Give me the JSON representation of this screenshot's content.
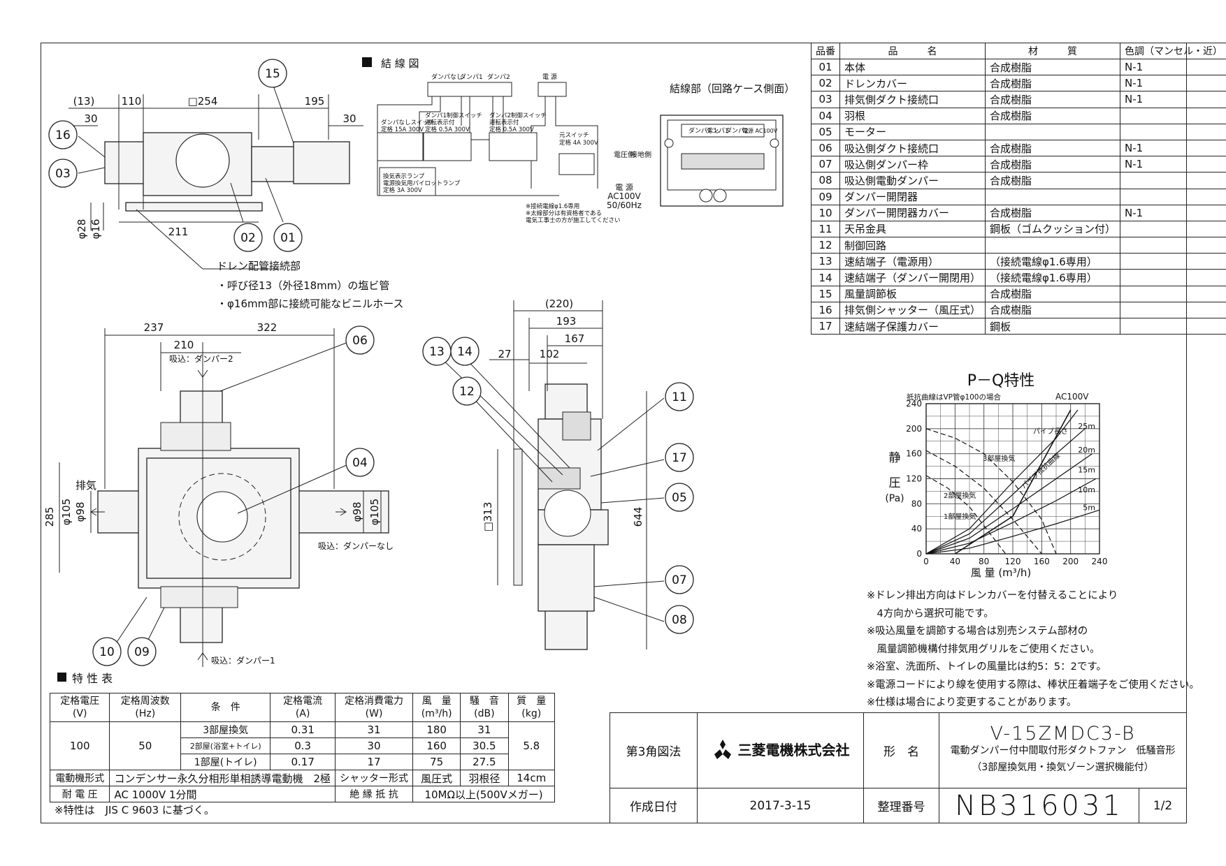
{
  "wiring": {
    "title": "結 線 図",
    "side_title": "結線部（回路ケース側面）",
    "terminal_labels": [
      "ダンパなし",
      "ダンパ1",
      "ダンパ2",
      "電 源"
    ],
    "switch1": [
      "ダンパなしスイッチ",
      "定格 15A 300V"
    ],
    "switch2": [
      "ダンパ1制御スイッチ",
      "運転表示付",
      "定格 0.5A 300V"
    ],
    "switch3": [
      "ダンパ2制御スイッチ",
      "運転表示付",
      "定格 0.5A 300V"
    ],
    "lamp": [
      "換気表示ランプ",
      "電源換気用パイロットランプ",
      "定格 3A 300V"
    ],
    "main_switch": [
      "元スイッチ",
      "定格 4A 300V"
    ],
    "power": [
      "電 源",
      "AC100V",
      "50/60Hz"
    ],
    "side_labels": [
      "電圧側",
      "接地側"
    ],
    "notes": [
      "※接続電線φ1.6専用",
      "※太線部分は有資格者である",
      "電気工事士の方が施工してください"
    ],
    "case_labels": [
      "ダンパなし",
      "ダンパ1",
      "ダンパ2",
      "電源 AC100V"
    ]
  },
  "drain": {
    "title": "ドレン配管接続部",
    "lines": [
      "・呼び径13（外径18mm）の塩ビ管",
      "・φ16mm部に接続可能なビニルホース"
    ]
  },
  "top_view": {
    "dims": [
      "(13)",
      "110",
      "□254",
      "195",
      "30",
      "30",
      "211",
      "φ28",
      "φ16"
    ]
  },
  "plan_view": {
    "dims": [
      "237",
      "322",
      "210",
      "285",
      "φ105",
      "φ98",
      "φ98",
      "φ105"
    ],
    "labels": {
      "intake2": "吸込：ダンパー2",
      "exhaust": "排気",
      "intake_none": "吸込：ダンパーなし",
      "intake1": "吸込：ダンパー1"
    }
  },
  "side_view": {
    "dims": [
      "(220)",
      "193",
      "167",
      "27",
      "102",
      "□313",
      "644"
    ]
  },
  "balloons": {
    "b15": "15",
    "b16": "16",
    "b03": "03",
    "b02": "02",
    "b01": "01",
    "b06": "06",
    "b04": "04",
    "b10": "10",
    "b09": "09",
    "b13": "13",
    "b14": "14",
    "b12": "12",
    "b11": "11",
    "b17": "17",
    "b05": "05",
    "b07": "07",
    "b08": "08"
  },
  "parts_table": {
    "headers": [
      "品番",
      "品　　　名",
      "材　　　質",
      "色調（マンセル・近）"
    ],
    "rows": [
      [
        "01",
        "本体",
        "合成樹脂",
        "N-1"
      ],
      [
        "02",
        "ドレンカバー",
        "合成樹脂",
        "N-1"
      ],
      [
        "03",
        "排気側ダクト接続口",
        "合成樹脂",
        "N-1"
      ],
      [
        "04",
        "羽根",
        "合成樹脂",
        ""
      ],
      [
        "05",
        "モーター",
        "",
        ""
      ],
      [
        "06",
        "吸込側ダクト接続口",
        "合成樹脂",
        "N-1"
      ],
      [
        "07",
        "吸込側ダンパー枠",
        "合成樹脂",
        "N-1"
      ],
      [
        "08",
        "吸込側電動ダンパー",
        "合成樹脂",
        ""
      ],
      [
        "09",
        "ダンパー開閉器",
        "",
        ""
      ],
      [
        "10",
        "ダンパー開閉器カバー",
        "合成樹脂",
        "N-1"
      ],
      [
        "11",
        "天吊金具",
        "鋼板（ゴムクッション付）",
        ""
      ],
      [
        "12",
        "制御回路",
        "",
        ""
      ],
      [
        "13",
        "速結端子（電源用）",
        "（接続電線φ1.6専用）",
        ""
      ],
      [
        "14",
        "速結端子（ダンパー開閉用）",
        "（接続電線φ1.6専用）",
        ""
      ],
      [
        "15",
        "風量調節板",
        "合成樹脂",
        ""
      ],
      [
        "16",
        "排気側シャッター（風圧式）",
        "合成樹脂",
        ""
      ],
      [
        "17",
        "速結端子保護カバー",
        "鋼板",
        ""
      ]
    ]
  },
  "pq_chart": {
    "title": "P－Q特性",
    "subtitle": "抵抗曲線はVP管φ100の場合",
    "power": "AC100V",
    "y_label_chars": [
      "静",
      "圧"
    ],
    "y_unit": "(Pa)",
    "x_label": "風 量 (m³/h)",
    "pipe_label": "パイプ長さ",
    "curve_labels": [
      "3部屋換気",
      "2部屋換気",
      "1部屋換気",
      "パイプ抵抗曲線"
    ],
    "pipe_lengths": [
      "25m",
      "20m",
      "15m",
      "10m",
      "5m"
    ]
  },
  "chart_data": {
    "type": "line",
    "title": "P－Q特性",
    "subtitle": "抵抗曲線はVP管φ100の場合",
    "xlabel": "風 量 (m³/h)",
    "ylabel": "静圧 (Pa)",
    "xlim": [
      0,
      240
    ],
    "ylim": [
      0,
      240
    ],
    "x_ticks": [
      0,
      40,
      80,
      120,
      160,
      200,
      240
    ],
    "y_ticks": [
      0,
      40,
      80,
      120,
      160,
      200,
      240
    ],
    "grid": true,
    "series": [
      {
        "name": "3部屋換気",
        "style": "dashed",
        "x": [
          0,
          40,
          80,
          120,
          160,
          180
        ],
        "y": [
          200,
          185,
          160,
          115,
          55,
          0
        ]
      },
      {
        "name": "2部屋換気",
        "style": "dashed",
        "x": [
          0,
          40,
          80,
          120,
          160
        ],
        "y": [
          165,
          140,
          105,
          55,
          0
        ]
      },
      {
        "name": "1部屋換気",
        "style": "dashed",
        "x": [
          0,
          30,
          60,
          90,
          110
        ],
        "y": [
          125,
          105,
          75,
          30,
          0
        ]
      },
      {
        "name": "25m",
        "style": "solid",
        "x": [
          0,
          60,
          120,
          180,
          210
        ],
        "y": [
          0,
          40,
          115,
          185,
          230
        ]
      },
      {
        "name": "20m",
        "style": "solid",
        "x": [
          0,
          60,
          120,
          180,
          220
        ],
        "y": [
          0,
          32,
          95,
          160,
          200
        ]
      },
      {
        "name": "15m",
        "style": "solid",
        "x": [
          0,
          60,
          120,
          180,
          230
        ],
        "y": [
          0,
          25,
          72,
          120,
          160
        ]
      },
      {
        "name": "10m",
        "style": "solid",
        "x": [
          0,
          60,
          120,
          180,
          235
        ],
        "y": [
          0,
          17,
          50,
          85,
          120
        ]
      },
      {
        "name": "5m",
        "style": "solid",
        "x": [
          0,
          60,
          120,
          180,
          240
        ],
        "y": [
          0,
          9,
          28,
          48,
          70
        ]
      }
    ]
  },
  "notes": [
    "※ドレン排出方向はドレンカバーを付替えることにより",
    "　4方向から選択可能です。",
    "※吸込風量を調節する場合は別売システム部材の",
    "　風量調節機構付排気用グリルをご使用ください。",
    "※浴室、洗面所、トイレの風量比は約5：5：2です。",
    "※電源コードにより線を使用する際は、棒状圧着端子をご使用ください。",
    "※仕様は場合により変更することがあります。"
  ],
  "spec": {
    "title": "特 性 表",
    "headers": [
      [
        "定格電圧",
        "(V)"
      ],
      [
        "定格周波数",
        "(Hz)"
      ],
      [
        "条　件",
        ""
      ],
      [
        "定格電流",
        "(A)"
      ],
      [
        "定格消費電力",
        "(W)"
      ],
      [
        "風　量",
        "(m³/h)"
      ],
      [
        "騒　音",
        "(dB)"
      ],
      [
        "質　量",
        "(kg)"
      ]
    ],
    "voltage": "100",
    "frequency": "50",
    "weight": "5.8",
    "rows": [
      [
        "3部屋換気",
        "0.31",
        "31",
        "180",
        "31"
      ],
      [
        "2部屋(浴室+トイレ)",
        "0.3",
        "30",
        "160",
        "30.5"
      ],
      [
        "1部屋(トイレ)",
        "0.17",
        "17",
        "75",
        "27.5"
      ]
    ],
    "motor_label": "電動機形式",
    "motor_value": "コンデンサー永久分相形単相誘導電動機　2極",
    "shutter_label": "シャッター形式",
    "shutter_value": "風圧式",
    "blade_label": "羽根径",
    "blade_value": "14cm",
    "withstand_label": "耐 電 圧",
    "withstand_value": "AC 1000V 1分間",
    "insulation_label": "絶 縁 抵 抗",
    "insulation_value": "10MΩ以上(500Vメガー)",
    "footnote": "※特性は　JIS C 9603 に基づく。"
  },
  "title_block": {
    "projection": "第3角図法",
    "company": "三菱電機株式会社",
    "model_label": "形　名",
    "model": "V-15ZMDC3-B",
    "description": [
      "電動ダンパー付中間取付形ダクトファン　低騒音形",
      "（3部屋換気用・換気ゾーン選択機能付）"
    ],
    "date_label": "作成日付",
    "date": "2017-3-15",
    "number_label": "整理番号",
    "number": "NB316031",
    "page": "1/2"
  }
}
